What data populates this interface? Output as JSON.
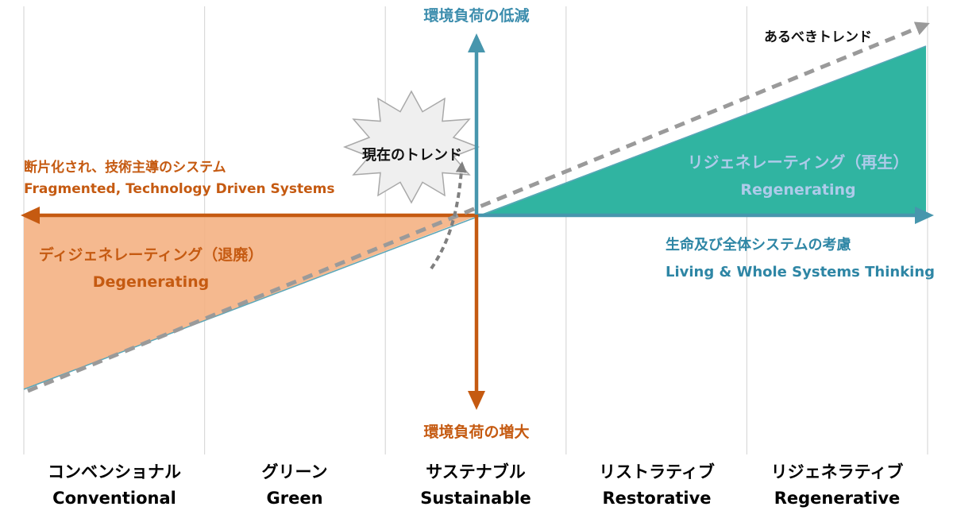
{
  "colors": {
    "orange": "#C55A11",
    "orange_triangle_fill": "#F4B183",
    "teal_axis": "#4796AD",
    "green_triangle_fill": "#30B4A1",
    "regenerating_text": "#AECBEA",
    "living_text": "#2E86A5",
    "dash_gray": "#9A9A9A",
    "gridline": "#D9D9D9",
    "burst_fill": "#EFEFEF"
  },
  "axes": {
    "top_label": "環境負荷の低減",
    "bottom_label": "環境負荷の増大"
  },
  "trends": {
    "ideal": "あるべきトレンド",
    "current": "現在のトレンド"
  },
  "left_region": {
    "line1_ja": "断片化され、技術主導のシステム",
    "line1_en": "Fragmented, Technology Driven Systems",
    "title_ja": "ディジェネレーティング（退廃）",
    "title_en": "Degenerating"
  },
  "right_region": {
    "title_ja": "リジェネレーティング（再生）",
    "title_en": "Regenerating",
    "line1_ja": "生命及び全体システムの考慮",
    "line1_en": "Living & Whole Systems Thinking"
  },
  "columns": [
    {
      "ja": "コンベンショナル",
      "en": "Conventional"
    },
    {
      "ja": "グリーン",
      "en": "Green"
    },
    {
      "ja": "サステナブル",
      "en": "Sustainable"
    },
    {
      "ja": "リストラティブ",
      "en": "Restorative"
    },
    {
      "ja": "リジェネラティブ",
      "en": "Regenerative"
    }
  ]
}
